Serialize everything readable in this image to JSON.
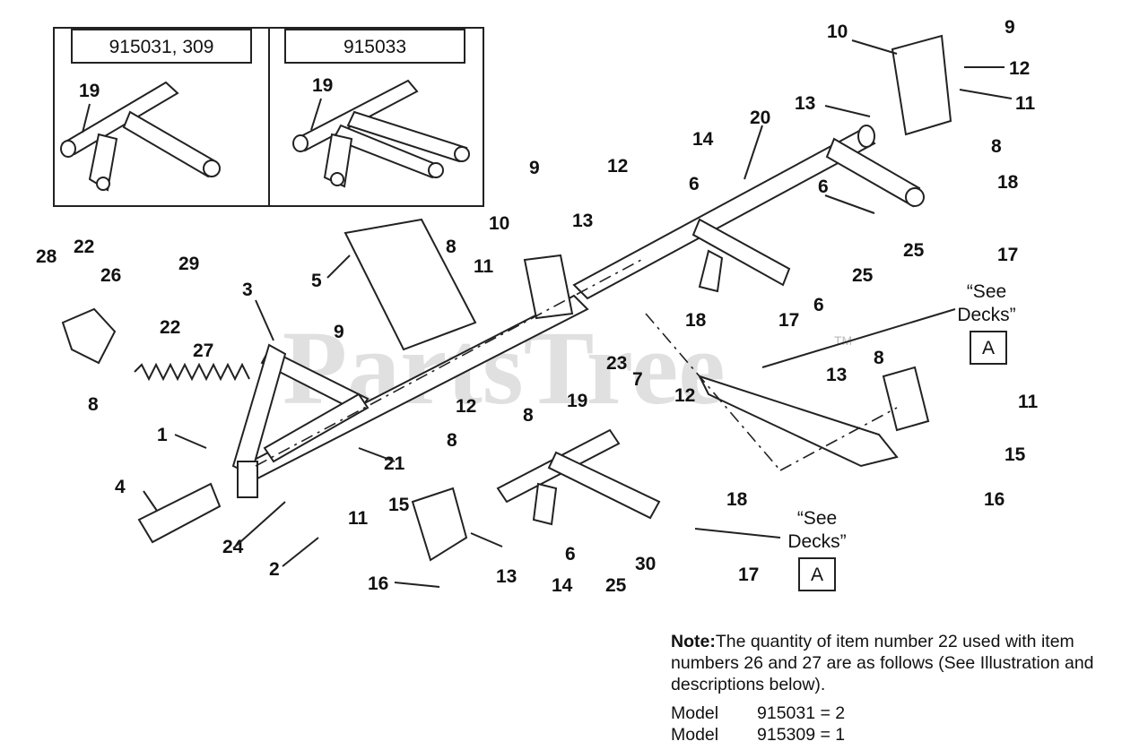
{
  "inset": {
    "left_title": "915031, 309",
    "right_title": "915033",
    "left_label": "19",
    "right_label": "19"
  },
  "watermark": "PartsTree",
  "watermark_tm": "TM",
  "see_decks": {
    "top_line1": "“See",
    "top_line2": "Decks”",
    "top_box": "A",
    "bottom_line1": "“See",
    "bottom_line2": "Decks”",
    "bottom_box": "A"
  },
  "callouts": {
    "n1": "1",
    "n2": "2",
    "n3": "3",
    "n4": "4",
    "n5": "5",
    "n6a": "6",
    "n6b": "6",
    "n6c": "6",
    "n6d": "6",
    "n7": "7",
    "n8a": "8",
    "n8b": "8",
    "n8c": "8",
    "n8d": "8",
    "n8e": "8",
    "n8f": "8",
    "n9a": "9",
    "n9b": "9",
    "n9c": "9",
    "n10a": "10",
    "n10b": "10",
    "n11a": "11",
    "n11b": "11",
    "n11c": "11",
    "n11d": "11",
    "n12a": "12",
    "n12b": "12",
    "n12c": "12",
    "n12d": "12",
    "n13a": "13",
    "n13b": "13",
    "n13c": "13",
    "n13d": "13",
    "n14a": "14",
    "n14b": "14",
    "n15a": "15",
    "n15b": "15",
    "n16a": "16",
    "n16b": "16",
    "n17a": "17",
    "n17b": "17",
    "n17c": "17",
    "n18a": "18",
    "n18b": "18",
    "n18c": "18",
    "n19": "19",
    "n20": "20",
    "n21": "21",
    "n22a": "22",
    "n22b": "22",
    "n23": "23",
    "n24": "24",
    "n25a": "25",
    "n25b": "25",
    "n25c": "25",
    "n26": "26",
    "n27": "27",
    "n28": "28",
    "n29": "29",
    "n30": "30"
  },
  "note": {
    "label": "Note:",
    "text": "The quantity of item number 22 used with item numbers 26 and 27 are as follows (See Illustration and descriptions below).",
    "models": [
      {
        "label": "Model",
        "value": "915031 = 2"
      },
      {
        "label": "Model",
        "value": "915309 = 1"
      }
    ]
  }
}
